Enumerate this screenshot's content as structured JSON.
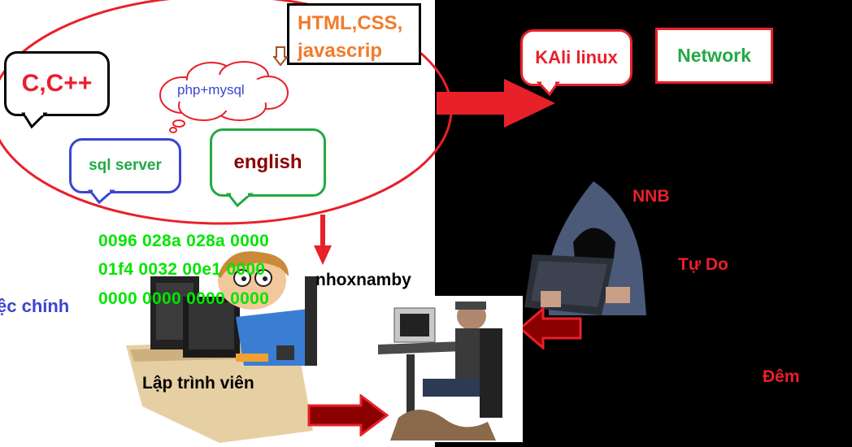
{
  "bubbles": {
    "cpp": "C,C++",
    "php": "php+mysql",
    "web": [
      "HTML,CSS,",
      "javascrip"
    ],
    "sql": "sql server",
    "english": "english",
    "kali": "KAli linux",
    "network": "Network"
  },
  "hex_lines": [
    "0096 028a 028a 0000",
    "01f4 0032 00e1 0000",
    "0000 0000 0000 0000"
  ],
  "labels": {
    "left_clip": "ệc chính",
    "nhox": "nhoxnamby",
    "dev": "Lập trình viên",
    "nnb": "NNB",
    "tudo": "Tự Do",
    "dem": "Đêm"
  },
  "colors": {
    "red": "#e8202a",
    "dark_red": "#8b0000",
    "green": "#00e600",
    "network_green": "#22aa44",
    "blue": "#3a45d0",
    "orange": "#f07b2a"
  }
}
